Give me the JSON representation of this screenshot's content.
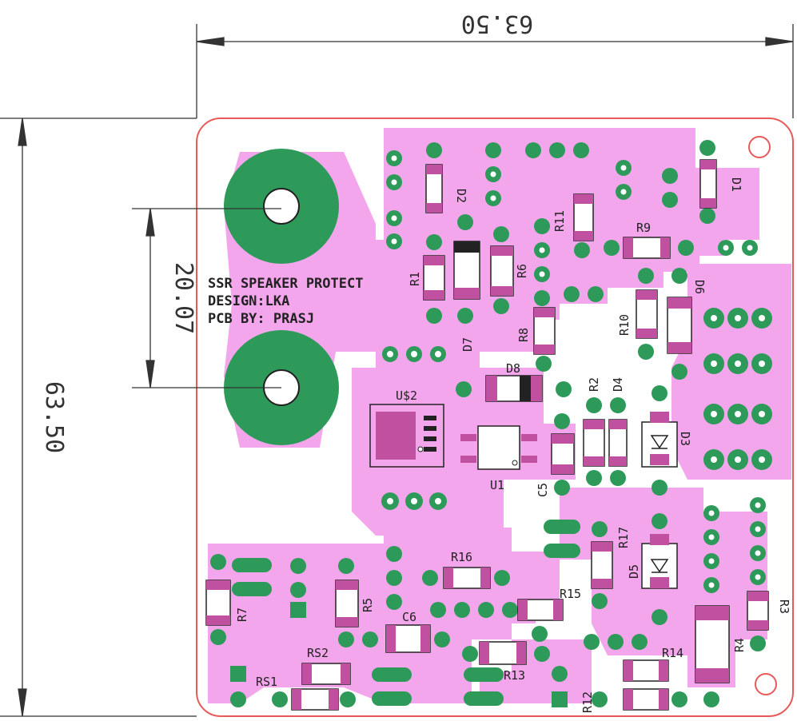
{
  "colors": {
    "background": "#ffffff",
    "outline": "#e85a5a",
    "copper": "#f4a6ec",
    "pad": "#2e9a5a",
    "smd_pad": "#c050a0",
    "silk": "#222222",
    "dimension": "#333333"
  },
  "dimensions": {
    "width_label": "63.50",
    "height_label": "63.50",
    "spacing_label": "20.07"
  },
  "silkscreen": {
    "title_line1": "SSR SPEAKER PROTECT",
    "title_line2": "DESIGN:LKA",
    "title_line3": "PCB BY: PRASJ"
  },
  "components": {
    "D2": "D2",
    "D1": "D1",
    "R11": "R11",
    "R9": "R9",
    "R1": "R1",
    "R6": "R6",
    "D7": "D7",
    "R8": "R8",
    "R10": "R10",
    "D6": "D6",
    "D8": "D8",
    "R2": "R2",
    "D4": "D4",
    "USC2": "U$2",
    "U1": "U1",
    "C5": "C5",
    "D3": "D3",
    "R17": "R17",
    "D5": "D5",
    "R16": "R16",
    "R15": "R15",
    "R7": "R7",
    "R5": "R5",
    "C6": "C6",
    "R3": "R3",
    "R4": "R4",
    "RS2": "RS2",
    "RS1": "RS1",
    "R13": "R13",
    "R14": "R14",
    "R12": "R12"
  }
}
